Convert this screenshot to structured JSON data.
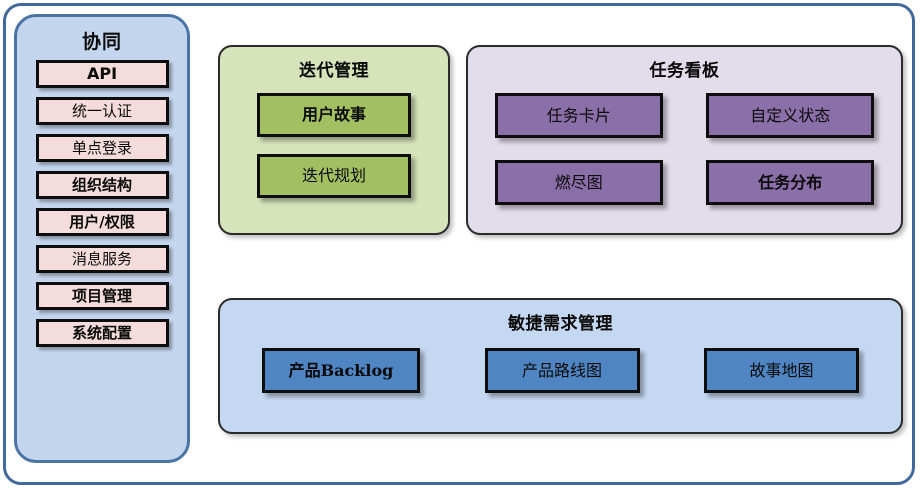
{
  "diagram": {
    "sidebar": {
      "title": "协同",
      "items": [
        {
          "label": "API",
          "style": "bold"
        },
        {
          "label": "统一认证",
          "style": "normal"
        },
        {
          "label": "单点登录",
          "style": "normal"
        },
        {
          "label": "组织结构",
          "style": "semi"
        },
        {
          "label": "用户/权限",
          "style": "semi"
        },
        {
          "label": "消息服务",
          "style": "normal"
        },
        {
          "label": "项目管理",
          "style": "semi"
        },
        {
          "label": "系统配置",
          "style": "semi"
        }
      ],
      "colors": {
        "panel_fill": "#c4d6ee",
        "panel_border": "#4a73a6",
        "item_fill": "#f4dcdc",
        "item_border": "#0d0d0d"
      }
    },
    "panels": [
      {
        "id": "iteration",
        "title": "迭代管理",
        "colors": {
          "fill": "#d7e4bb",
          "border": "#2b2b2b",
          "node_fill": "#a2bf62"
        },
        "nodes": [
          {
            "label": "用户故事",
            "style": "bold"
          },
          {
            "label": "迭代规划",
            "style": "normal"
          }
        ]
      },
      {
        "id": "taskboard",
        "title": "任务看板",
        "colors": {
          "fill": "#e3dcea",
          "border": "#2b2b2b",
          "node_fill": "#8a6fa8"
        },
        "nodes": [
          {
            "label": "任务卡片",
            "style": "normal"
          },
          {
            "label": "自定义状态",
            "style": "normal"
          },
          {
            "label": "燃尽图",
            "style": "normal"
          },
          {
            "label": "任务分布",
            "style": "bold"
          }
        ]
      },
      {
        "id": "agile",
        "title": "敏捷需求管理",
        "colors": {
          "fill": "#c5d8f1",
          "border": "#2b2b2b",
          "node_fill": "#4e85c2"
        },
        "nodes": [
          {
            "label": "产品Backlog",
            "style": "bold"
          },
          {
            "label": "产品路线图",
            "style": "normal"
          },
          {
            "label": "故事地图",
            "style": "normal"
          }
        ]
      }
    ],
    "frame": {
      "border_color": "#41699e"
    }
  }
}
